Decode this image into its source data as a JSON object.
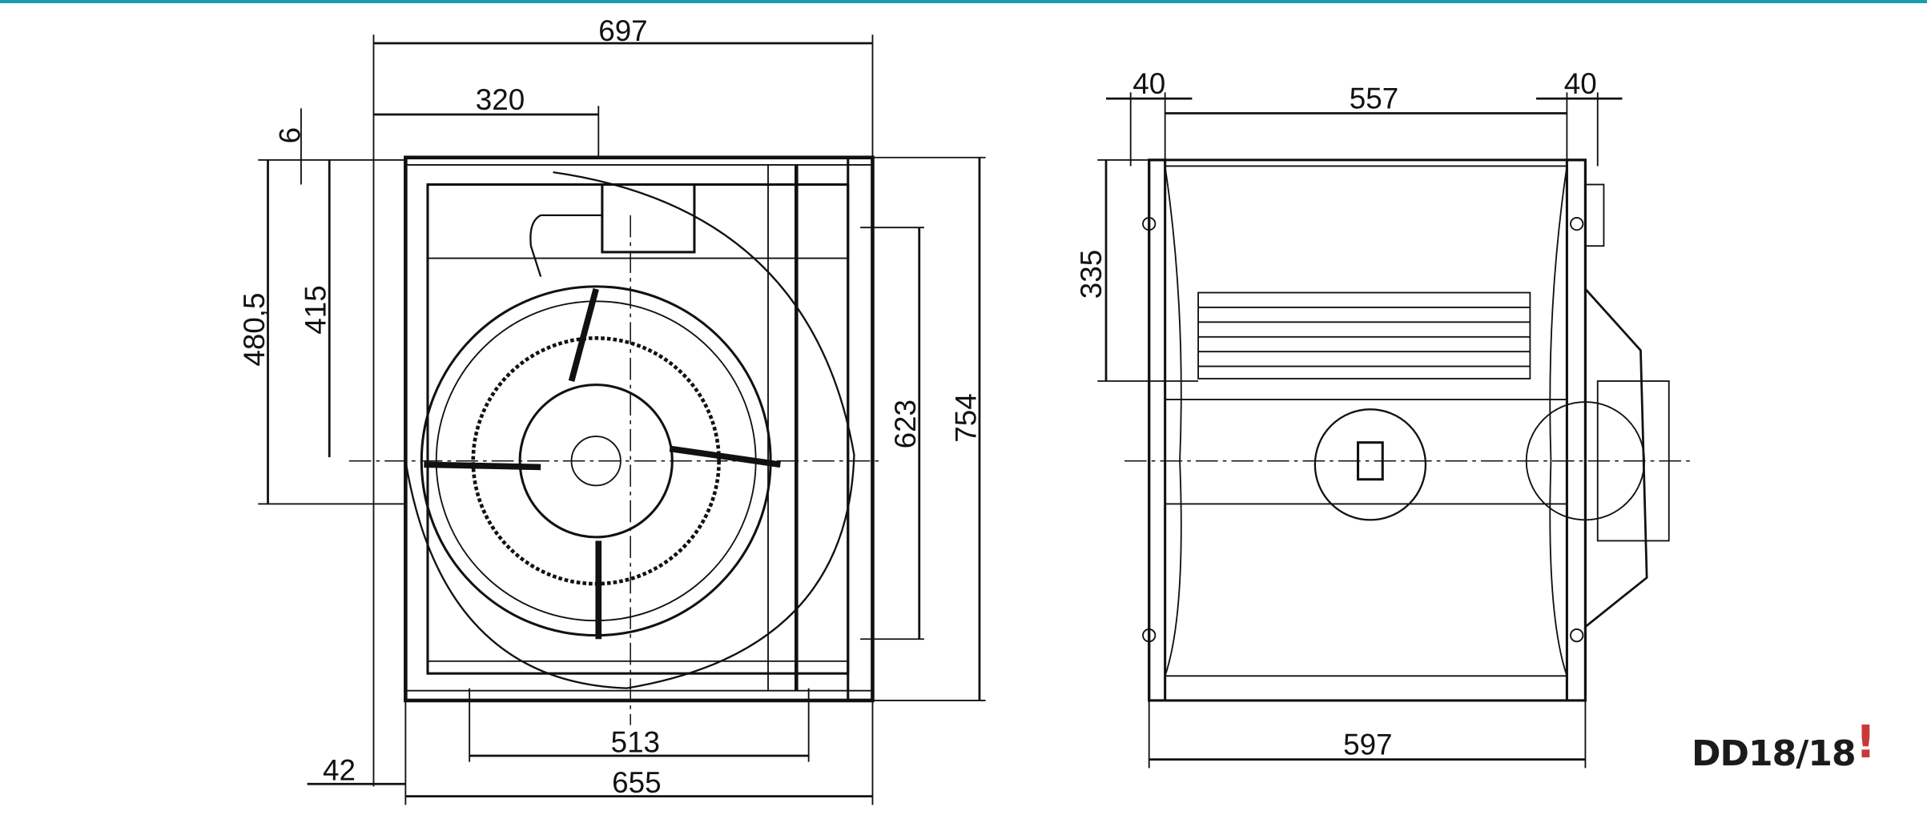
{
  "accent_color": "#1a9bb0",
  "front_view": {
    "dimensions": {
      "overall_width": "697",
      "inlet_offset": "320",
      "top_offset": "6",
      "left_height": "480,5",
      "inlet_height": "415",
      "outlet_height": "623",
      "overall_height": "754",
      "bottom_inner": "513",
      "bottom_width": "655",
      "flange": "42"
    }
  },
  "side_view": {
    "dimensions": {
      "left_flange": "40",
      "wheel_width": "557",
      "right_flange": "40",
      "upper_height": "335",
      "overall_depth": "597"
    }
  },
  "model": {
    "name": "DD18/18",
    "mark": "!",
    "mark_color": "#c93a36"
  }
}
